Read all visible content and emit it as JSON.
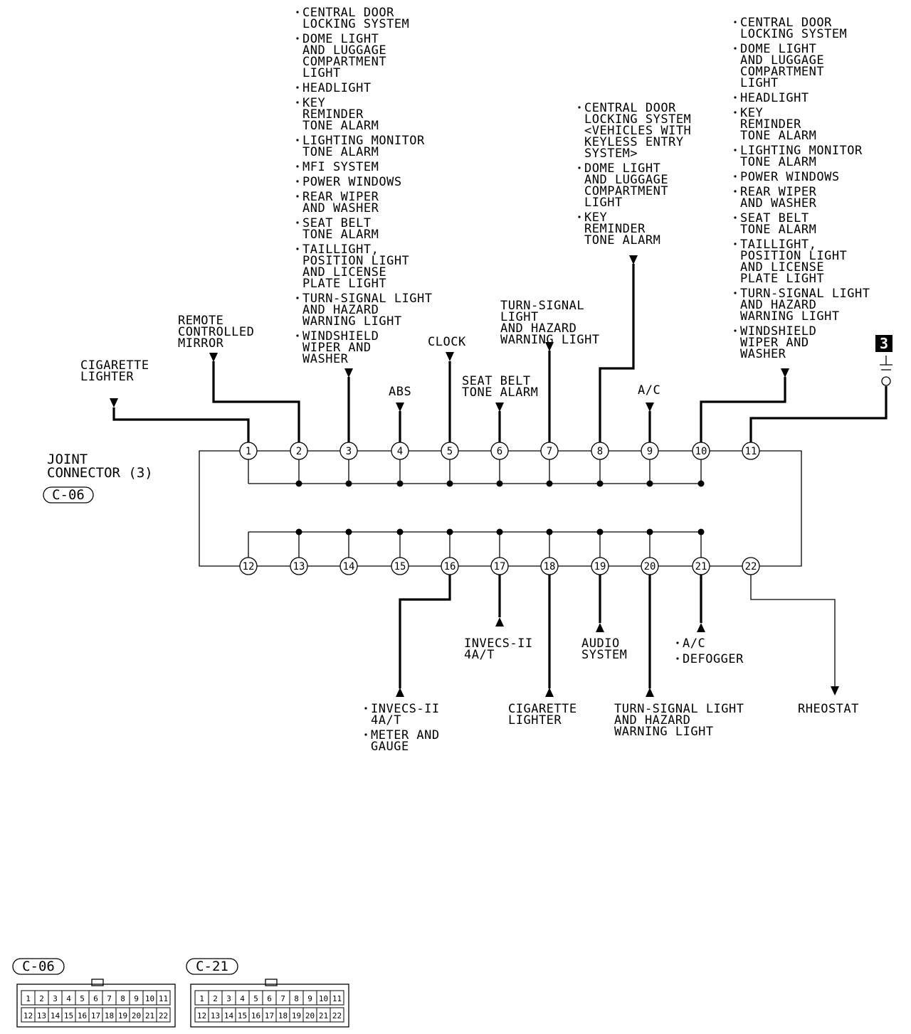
{
  "connector": {
    "title_line1": "JOINT",
    "title_line2": "CONNECTOR (3)",
    "id": "C-06"
  },
  "top_labels": {
    "pin1": [
      "CIGARETTE",
      "LIGHTER"
    ],
    "pin2": [
      "REMOTE",
      "CONTROLLED",
      "MIRROR"
    ],
    "pin3": [
      [
        "CENTRAL DOOR",
        "LOCKING SYSTEM"
      ],
      [
        "DOME LIGHT",
        "AND LUGGAGE",
        "COMPARTMENT",
        "LIGHT"
      ],
      [
        "HEADLIGHT"
      ],
      [
        "KEY",
        "REMINDER",
        "TONE ALARM"
      ],
      [
        "LIGHTING MONITOR",
        "TONE ALARM"
      ],
      [
        "MFI SYSTEM"
      ],
      [
        "POWER WINDOWS"
      ],
      [
        "REAR WIPER",
        "AND WASHER"
      ],
      [
        "SEAT BELT",
        "TONE ALARM"
      ],
      [
        "TAILLIGHT,",
        "POSITION LIGHT",
        "AND LICENSE",
        "PLATE LIGHT"
      ],
      [
        "TURN-SIGNAL LIGHT",
        "AND HAZARD",
        "WARNING LIGHT"
      ],
      [
        "WINDSHIELD",
        "WIPER AND",
        "WASHER"
      ]
    ],
    "pin4": [
      "ABS"
    ],
    "pin5": [
      "CLOCK"
    ],
    "pin6": [
      "SEAT BELT",
      "TONE ALARM"
    ],
    "pin7": [
      "TURN-SIGNAL",
      "LIGHT",
      "AND HAZARD",
      "WARNING LIGHT"
    ],
    "pin8": [
      [
        "CENTRAL DOOR",
        "LOCKING SYSTEM",
        "<VEHICLES WITH",
        " KEYLESS ENTRY",
        " SYSTEM>"
      ],
      [
        "DOME LIGHT",
        "AND LUGGAGE",
        "COMPARTMENT",
        "LIGHT"
      ],
      [
        "KEY",
        "REMINDER",
        "TONE ALARM"
      ]
    ],
    "pin9": [
      "A/C"
    ],
    "pin10": [
      [
        "CENTRAL DOOR",
        "LOCKING SYSTEM"
      ],
      [
        "DOME LIGHT",
        "AND LUGGAGE",
        "COMPARTMENT",
        "LIGHT"
      ],
      [
        "HEADLIGHT"
      ],
      [
        "KEY",
        "REMINDER",
        "TONE ALARM"
      ],
      [
        "LIGHTING MONITOR",
        "TONE ALARM"
      ],
      [
        "POWER WINDOWS"
      ],
      [
        "REAR WIPER",
        "AND WASHER"
      ],
      [
        "SEAT BELT",
        "TONE ALARM"
      ],
      [
        "TAILLIGHT,",
        "POSITION LIGHT",
        "AND LICENSE",
        "PLATE LIGHT"
      ],
      [
        "TURN-SIGNAL LIGHT",
        "AND HAZARD",
        "WARNING LIGHT"
      ],
      [
        "WINDSHIELD",
        "WIPER AND",
        "WASHER"
      ]
    ],
    "ground_number": "3"
  },
  "bottom_labels": {
    "pin16": [
      [
        "INVECS-II",
        "4A/T"
      ],
      [
        "METER AND",
        "GAUGE"
      ]
    ],
    "pin17": [
      "INVECS-II",
      "4A/T"
    ],
    "pin18": [
      "CIGARETTE",
      "LIGHTER"
    ],
    "pin19": [
      "AUDIO",
      "SYSTEM"
    ],
    "pin20": [
      "TURN-SIGNAL LIGHT",
      "AND HAZARD",
      "WARNING LIGHT"
    ],
    "pin21": [
      [
        "A/C"
      ],
      [
        "DEFOGGER"
      ]
    ],
    "pin22": [
      "RHEOSTAT"
    ]
  },
  "pins_top": [
    "1",
    "2",
    "3",
    "4",
    "5",
    "6",
    "7",
    "8",
    "9",
    "10",
    "11"
  ],
  "pins_bottom": [
    "12",
    "13",
    "14",
    "15",
    "16",
    "17",
    "18",
    "19",
    "20",
    "21",
    "22"
  ],
  "face_views": [
    {
      "id": "C-06",
      "top_row": [
        "1",
        "2",
        "3",
        "4",
        "5",
        "6",
        "7",
        "8",
        "9",
        "10",
        "11"
      ],
      "bottom_row": [
        "12",
        "13",
        "14",
        "15",
        "16",
        "17",
        "18",
        "19",
        "20",
        "21",
        "22"
      ]
    },
    {
      "id": "C-21",
      "top_row": [
        "1",
        "2",
        "3",
        "4",
        "5",
        "6",
        "7",
        "8",
        "9",
        "10",
        "11"
      ],
      "bottom_row": [
        "12",
        "13",
        "14",
        "15",
        "16",
        "17",
        "18",
        "19",
        "20",
        "21",
        "22"
      ]
    }
  ]
}
